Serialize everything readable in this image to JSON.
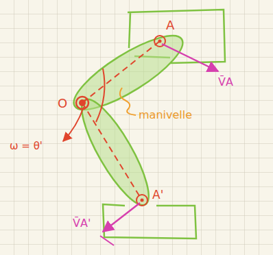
{
  "diagram": {
    "labels": [
      "A",
      "V̄A",
      "O",
      "manivelle",
      "ω = θ'",
      "A'",
      "V̄A'"
    ]
  }
}
